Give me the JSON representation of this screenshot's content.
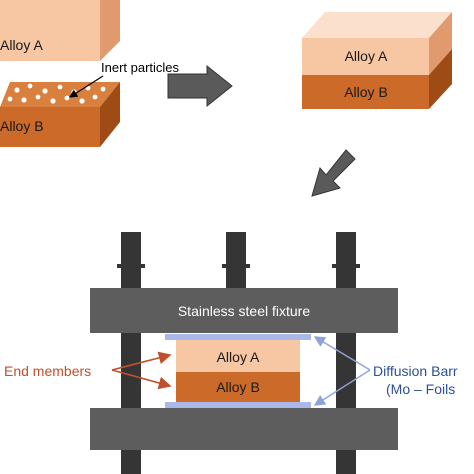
{
  "diagram": {
    "colors": {
      "alloy_a_front": "#f7c6a3",
      "alloy_a_top": "#fbe0cd",
      "alloy_a_side": "#e09a6e",
      "alloy_b_front": "#cc6a2a",
      "alloy_b_top": "#d9803f",
      "alloy_b_side": "#9e4b15",
      "fixture": "#5d5d5d",
      "rod": "#353535",
      "foil": "#a9b8e8",
      "arrow_fill": "#5a5a5a",
      "end_members_text": "#c0502d",
      "diffusion_text": "#2f4f9a"
    },
    "step1": {
      "alloy_a_label": "Alloy A",
      "alloy_b_label": "Alloy B",
      "particles_label": "Inert particles"
    },
    "step2": {
      "alloy_a_label": "Alloy A",
      "alloy_b_label": "Alloy B"
    },
    "step3": {
      "fixture_label": "Stainless steel fixture",
      "alloy_a_label": "Alloy A",
      "alloy_b_label": "Alloy B",
      "end_members_label": "End members",
      "diffusion_line1": "Diffusion Barr",
      "diffusion_line2": "(Mo – Foils"
    }
  }
}
